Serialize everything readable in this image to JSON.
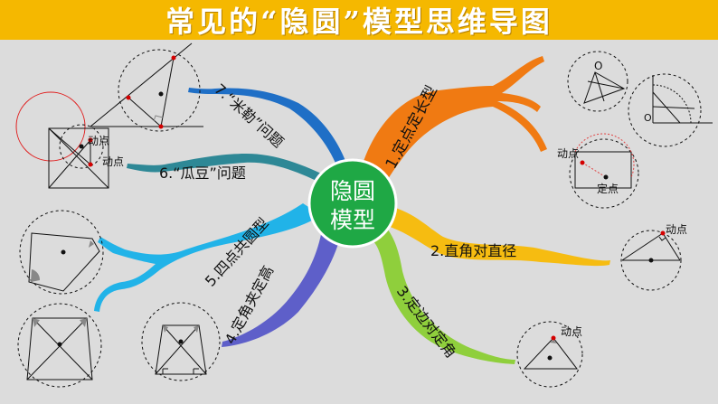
{
  "title": "常见的“隐圆”模型思维导图",
  "center": {
    "line1": "隐圆",
    "line2": "模型"
  },
  "colors": {
    "title_bg": "#f5b800",
    "center": "#1fa845",
    "branch1": "#f07a12",
    "branch2": "#f6bc11",
    "branch3": "#8fcf3c",
    "branch4": "#5e5fc9",
    "branch5": "#21b3e8",
    "branch6": "#2e8896",
    "branch7": "#1f6fc6"
  },
  "branches": [
    {
      "id": "b1",
      "label": "1.定点定长型"
    },
    {
      "id": "b2",
      "label": "2.直角对直径"
    },
    {
      "id": "b3",
      "label": "3.定边对定角"
    },
    {
      "id": "b4",
      "label": "4.定角夹定高"
    },
    {
      "id": "b5",
      "label": "5.四点共圆型"
    },
    {
      "id": "b6",
      "label": "6.“瓜豆”问题"
    },
    {
      "id": "b7",
      "label": "7.“米勒”问题"
    }
  ],
  "figure_labels": {
    "moving_point": "动点",
    "fixed_point": "定点",
    "origin": "O"
  }
}
